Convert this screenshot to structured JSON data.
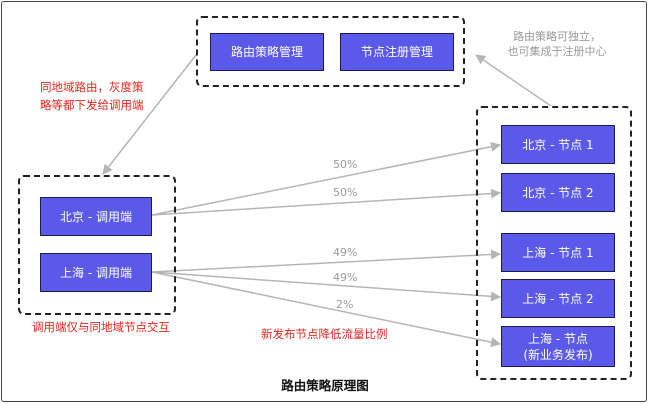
{
  "top_nodes": {
    "routing_policy": "路由策略管理",
    "node_registry": "节点注册管理"
  },
  "callers": {
    "beijing": "北京 - 调用端",
    "shanghai": "上海 - 调用端"
  },
  "providers": {
    "bj1": "北京 - 节点 1",
    "bj2": "北京 - 节点 2",
    "sh1": "上海 - 节点 1",
    "sh2": "上海 - 节点 2",
    "sh_new": "上海 - 节点\n(新业务发布)"
  },
  "weights": {
    "bj1": "50%",
    "bj2": "50%",
    "sh1": "49%",
    "sh2": "49%",
    "sh_new": "2%"
  },
  "notes": {
    "policy_push": "同地域路由，灰度策\n略等都下发给调用端",
    "independent": "路由策略可独立，\n也可集成于注册中心",
    "same_region": "调用端仅与同地域节点交互",
    "canary": "新发布节点降低流量比例"
  },
  "caption": "路由策略原理图",
  "colors": {
    "node_fill": "#5a59ea",
    "node_border": "#1b1b4d",
    "accent_red": "#e8261d",
    "arrow_gray": "#b5b5b5"
  }
}
